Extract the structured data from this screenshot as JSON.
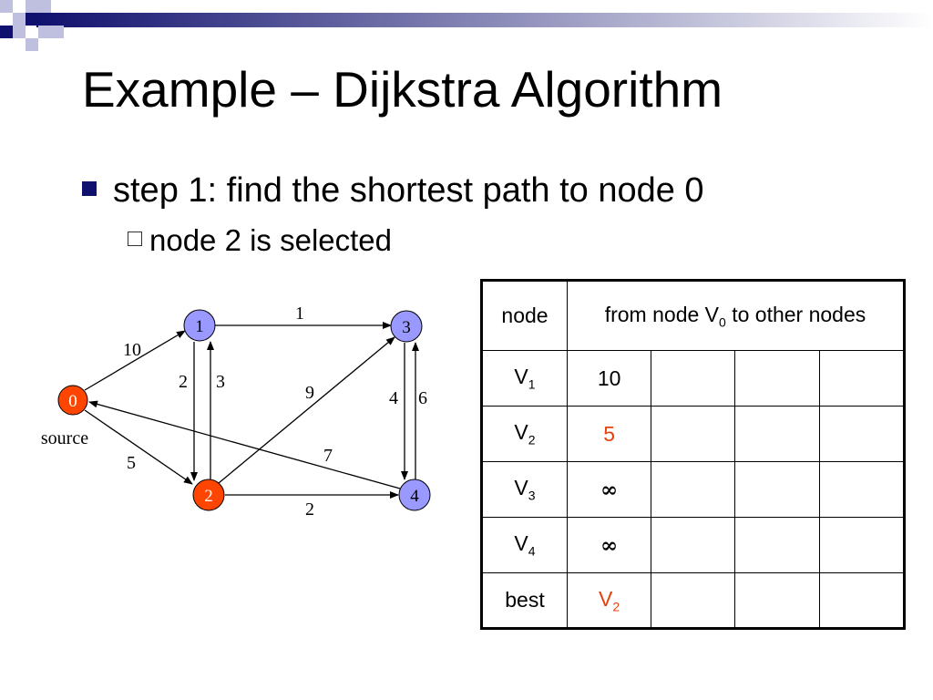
{
  "slide": {
    "title": "Example – Dijkstra Algorithm",
    "bullet_main": "step 1: find the shortest path to node 0",
    "bullet_sub": "node 2 is selected"
  },
  "colors": {
    "source_node": "#ff4500",
    "selected_node": "#ff4500",
    "other_node": "#9999ff",
    "highlight_text": "#e8400c",
    "deco_dark": "#10106e",
    "deco_light": "#bfc0e0"
  },
  "graph": {
    "source_label": "source",
    "nodes": [
      {
        "id": "0",
        "role": "source"
      },
      {
        "id": "1",
        "role": "normal"
      },
      {
        "id": "2",
        "role": "selected"
      },
      {
        "id": "3",
        "role": "normal"
      },
      {
        "id": "4",
        "role": "normal"
      }
    ],
    "edges": [
      {
        "from": "0",
        "to": "1",
        "weight": "10"
      },
      {
        "from": "0",
        "to": "2",
        "weight": "5"
      },
      {
        "from": "1",
        "to": "3",
        "weight": "1"
      },
      {
        "from": "1",
        "to": "2",
        "weight": "2"
      },
      {
        "from": "2",
        "to": "1",
        "weight": "3"
      },
      {
        "from": "2",
        "to": "3",
        "weight": "9"
      },
      {
        "from": "2",
        "to": "4",
        "weight": "2"
      },
      {
        "from": "3",
        "to": "4",
        "weight": "4"
      },
      {
        "from": "4",
        "to": "3",
        "weight": "6"
      },
      {
        "from": "4",
        "to": "0",
        "weight": "7"
      }
    ]
  },
  "table": {
    "header_node": "node",
    "header_from_pre": "from node V",
    "header_from_sub": "0",
    "header_from_post": " to other nodes",
    "rows": [
      {
        "label": "V",
        "sub": "1",
        "value": "10",
        "highlight": false
      },
      {
        "label": "V",
        "sub": "2",
        "value": "5",
        "highlight": true
      },
      {
        "label": "V",
        "sub": "3",
        "value": "∞",
        "highlight": false
      },
      {
        "label": "V",
        "sub": "4",
        "value": "∞",
        "highlight": false
      }
    ],
    "best_label": "best",
    "best_value": "V",
    "best_sub": "2"
  }
}
